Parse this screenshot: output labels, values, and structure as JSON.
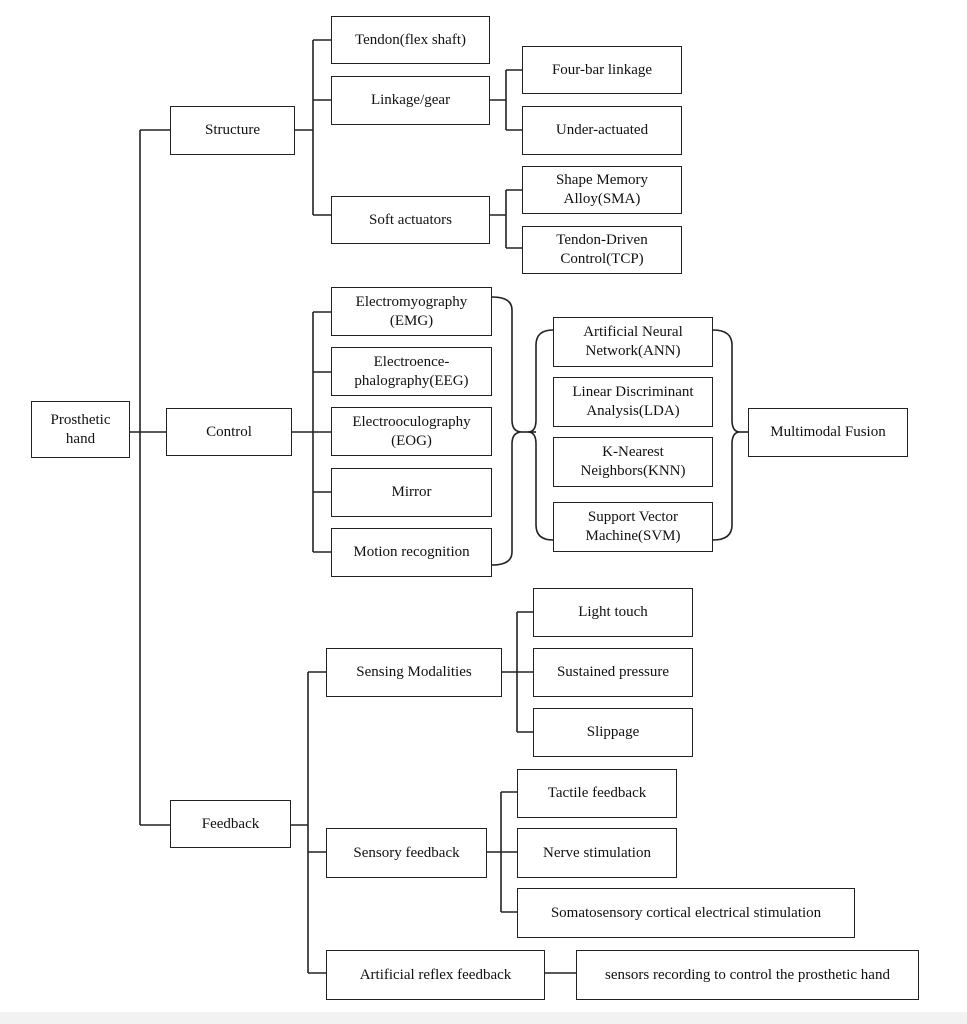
{
  "root": "Prosthetic hand",
  "branches": {
    "structure": {
      "label": "Structure",
      "items": {
        "tendon": "Tendon(flex shaft)",
        "linkage": "Linkage/gear",
        "four_bar": "Four-bar linkage",
        "under_actuated": "Under-actuated",
        "soft_actuators": "Soft actuators",
        "sma": "Shape Memory Alloy(SMA)",
        "tcp": "Tendon-Driven Control(TCP)"
      }
    },
    "control": {
      "label": "Control",
      "signals": {
        "emg": "Electromyography (EMG)",
        "eeg": "Electroence-phalography(EEG)",
        "eog": "Electrooculography (EOG)",
        "mirror": "Mirror",
        "motion": "Motion recognition"
      },
      "algorithms": {
        "ann": "Artificial Neural Network(ANN)",
        "lda": "Linear Discriminant Analysis(LDA)",
        "knn": "K-Nearest Neighbors(KNN)",
        "svm": "Support Vector Machine(SVM)"
      },
      "fusion": "Multimodal Fusion"
    },
    "feedback": {
      "label": "Feedback",
      "sensing": {
        "label": "Sensing Modalities",
        "light_touch": "Light touch",
        "sustained_pressure": "Sustained pressure",
        "slippage": "Slippage"
      },
      "sensory": {
        "label": "Sensory feedback",
        "tactile": "Tactile feedback",
        "nerve": "Nerve stimulation",
        "cortical": "Somatosensory cortical electrical stimulation"
      },
      "reflex": {
        "label": "Artificial reflex feedback",
        "sensors": "sensors recording to control the prosthetic hand"
      }
    }
  }
}
